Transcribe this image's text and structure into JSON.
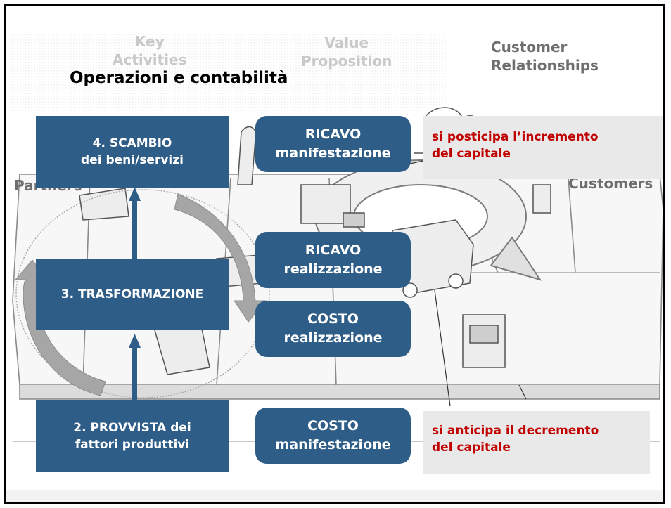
{
  "title": "Operazioni e contabilità",
  "canvas_labels": {
    "key_activities": "Key\nActivities",
    "value_proposition": "Value\nProposition",
    "customer_relationships": "Customer\nRelationships",
    "partners": "Partners",
    "customers": "Customers"
  },
  "cycle_steps": [
    {
      "label": "4. SCAMBIO\ndei beni/servizi"
    },
    {
      "label": "3. TRASFORMAZIONE"
    },
    {
      "label": "2. PROVVISTA dei\nfattori produttivi"
    }
  ],
  "accounting_boxes": [
    {
      "label": "RICAVO\nmanifestazione"
    },
    {
      "label": "RICAVO\nrealizzazione"
    },
    {
      "label": "COSTO\nrealizzazione"
    },
    {
      "label": "COSTO\nmanifestazione"
    }
  ],
  "notes": {
    "top": "si posticipa l’incremento\ndel capitale",
    "bottom": "si anticipa il decremento\ndel capitale"
  },
  "colors": {
    "box_fill": "#2e5d87",
    "note_text": "#c00000",
    "note_fill": "#e9e9e9"
  }
}
